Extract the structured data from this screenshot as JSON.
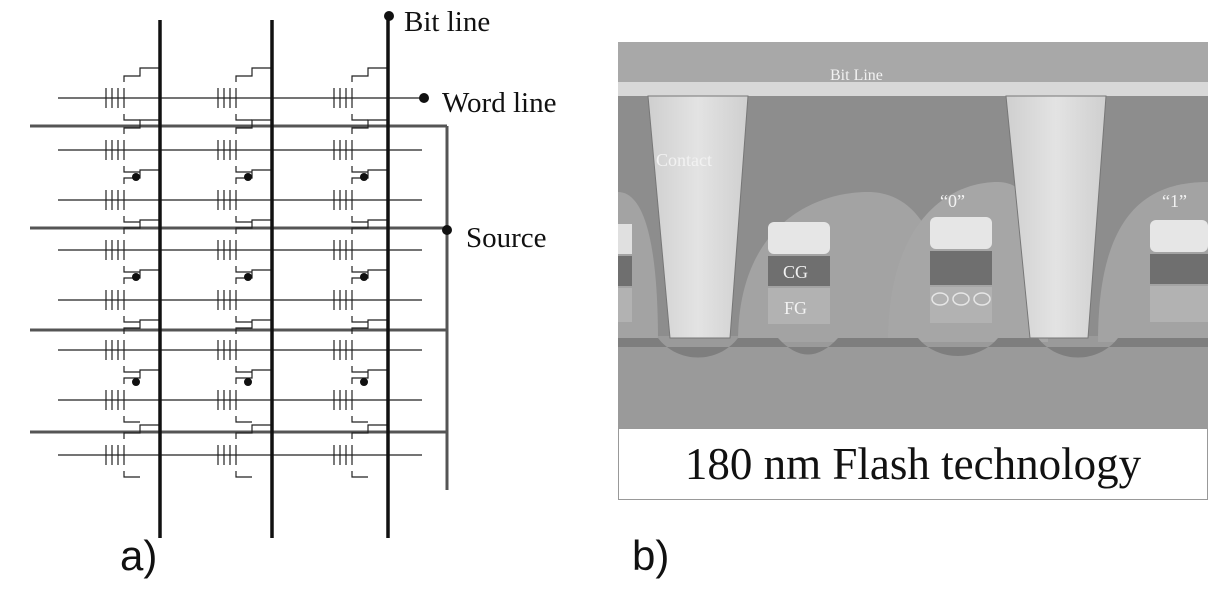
{
  "panel_a": {
    "label": "a)",
    "bit_line_label": "Bit line",
    "word_line_label": "Word line",
    "source_label": "Source"
  },
  "panel_b": {
    "label": "b)",
    "caption": "180 nm Flash technology",
    "micrograph_labels": {
      "bit_line": "Bit Line",
      "contact": "Contact",
      "state_0": "“0”",
      "state_1": "“1”",
      "control_gate": "CG",
      "floating_gate": "FG"
    }
  }
}
